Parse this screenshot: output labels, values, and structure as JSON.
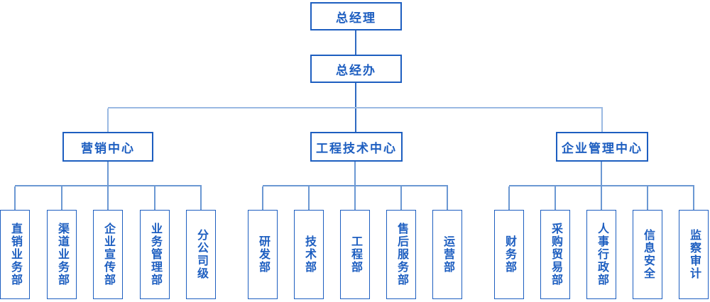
{
  "org_chart": {
    "root": {
      "label": "总经理"
    },
    "office": {
      "label": "总经办"
    },
    "groups": [
      {
        "label": "营销中心",
        "children": [
          "直销业务部",
          "渠道业务部",
          "企业宣传部",
          "业务管理部",
          "分公司级"
        ]
      },
      {
        "label": "工程技术中心",
        "children": [
          "研发部",
          "技术部",
          "工程部",
          "售后服务部",
          "运营部"
        ]
      },
      {
        "label": "企业管理中心",
        "children": [
          "财务部",
          "采购贸易部",
          "人事行政部",
          "信息安全",
          "监察审计"
        ]
      }
    ]
  },
  "colors": {
    "node_border": "#1d5ec0",
    "node_text": "#1d5ec0",
    "connector_light": "#9ab9e2",
    "connector_mid": "#6b98d3",
    "connector_dark": "#2e6ac2",
    "background": "#ffffff"
  }
}
